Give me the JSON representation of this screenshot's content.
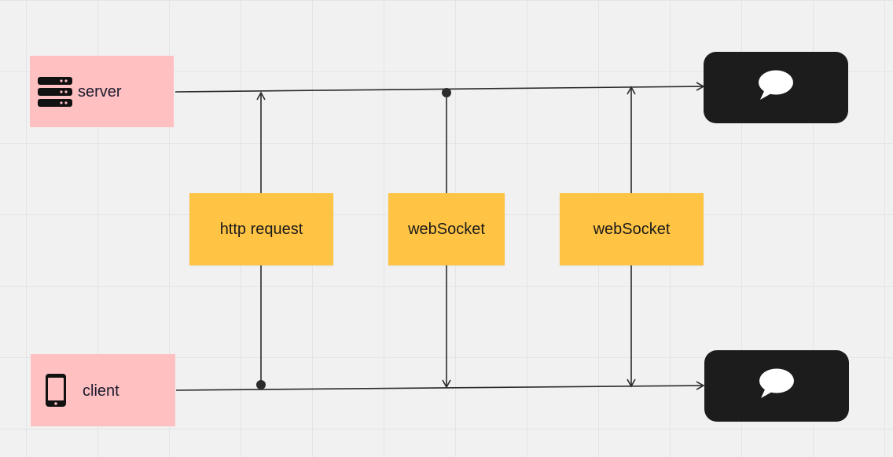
{
  "nodes": {
    "server": {
      "label": "server",
      "icon": "server-icon"
    },
    "client": {
      "label": "client",
      "icon": "phone-icon"
    }
  },
  "stickies": [
    {
      "label": "http request"
    },
    {
      "label": "webSocket"
    },
    {
      "label": "webSocket"
    }
  ],
  "endpoints": {
    "top": {
      "icon": "chat-bubble-icon"
    },
    "bottom": {
      "icon": "chat-bubble-icon"
    }
  },
  "colors": {
    "node_fill": "#ffc0c2",
    "sticky_fill": "#ffc444",
    "endpoint_fill": "#1c1c1c",
    "line": "#2b2b2b"
  }
}
